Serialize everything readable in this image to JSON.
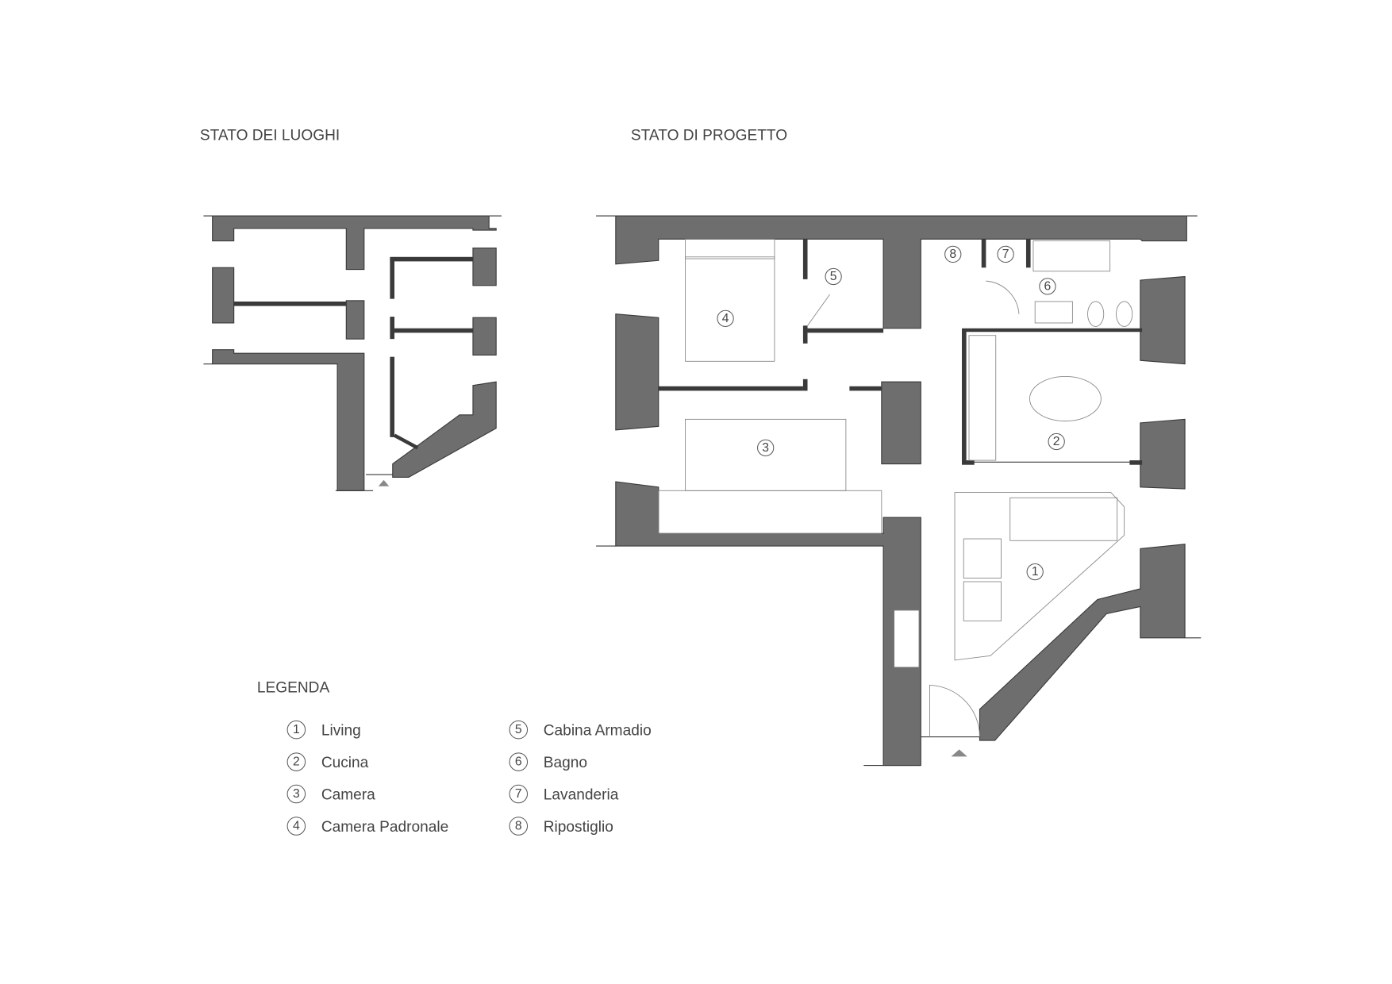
{
  "titles": {
    "existing": "STATO DEI LUOGHI",
    "project": "STATO DI PROGETTO"
  },
  "legend": {
    "title": "LEGENDA",
    "items": [
      {
        "num": "1",
        "label": "Living"
      },
      {
        "num": "2",
        "label": "Cucina"
      },
      {
        "num": "3",
        "label": "Camera"
      },
      {
        "num": "4",
        "label": "Camera Padronale"
      },
      {
        "num": "5",
        "label": "Cabina Armadio"
      },
      {
        "num": "6",
        "label": "Bagno"
      },
      {
        "num": "7",
        "label": "Lavanderia"
      },
      {
        "num": "8",
        "label": "Ripostiglio"
      }
    ]
  },
  "room_tags": [
    "1",
    "2",
    "3",
    "4",
    "5",
    "6",
    "7",
    "8"
  ],
  "colors": {
    "wall": "#6e6e6e",
    "text": "#444444"
  }
}
